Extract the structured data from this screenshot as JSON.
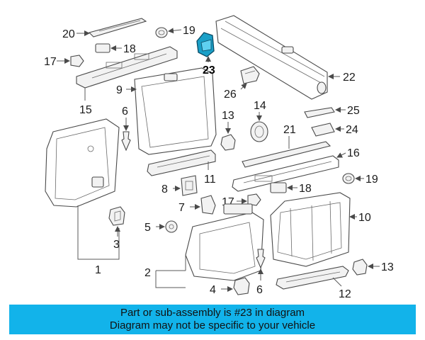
{
  "callouts": {
    "c1": "1",
    "c2": "2",
    "c3": "3",
    "c4": "4",
    "c5": "5",
    "c6a": "6",
    "c6b": "6",
    "c7": "7",
    "c8": "8",
    "c9": "9",
    "c10": "10",
    "c11": "11",
    "c12": "12",
    "c13a": "13",
    "c13b": "13",
    "c14": "14",
    "c15": "15",
    "c16": "16",
    "c17a": "17",
    "c17b": "17",
    "c18a": "18",
    "c18b": "18",
    "c19a": "19",
    "c19b": "19",
    "c20": "20",
    "c21": "21",
    "c22": "22",
    "c23": "23",
    "c24": "24",
    "c25": "25",
    "c26": "26"
  },
  "highlight": {
    "part_number": "23",
    "color": "#1aa0c8"
  },
  "banner": {
    "line1": "Part or sub-assembly is #23 in diagram",
    "line2": "Diagram may not be specific to your vehicle",
    "color": "#12b3ea"
  }
}
